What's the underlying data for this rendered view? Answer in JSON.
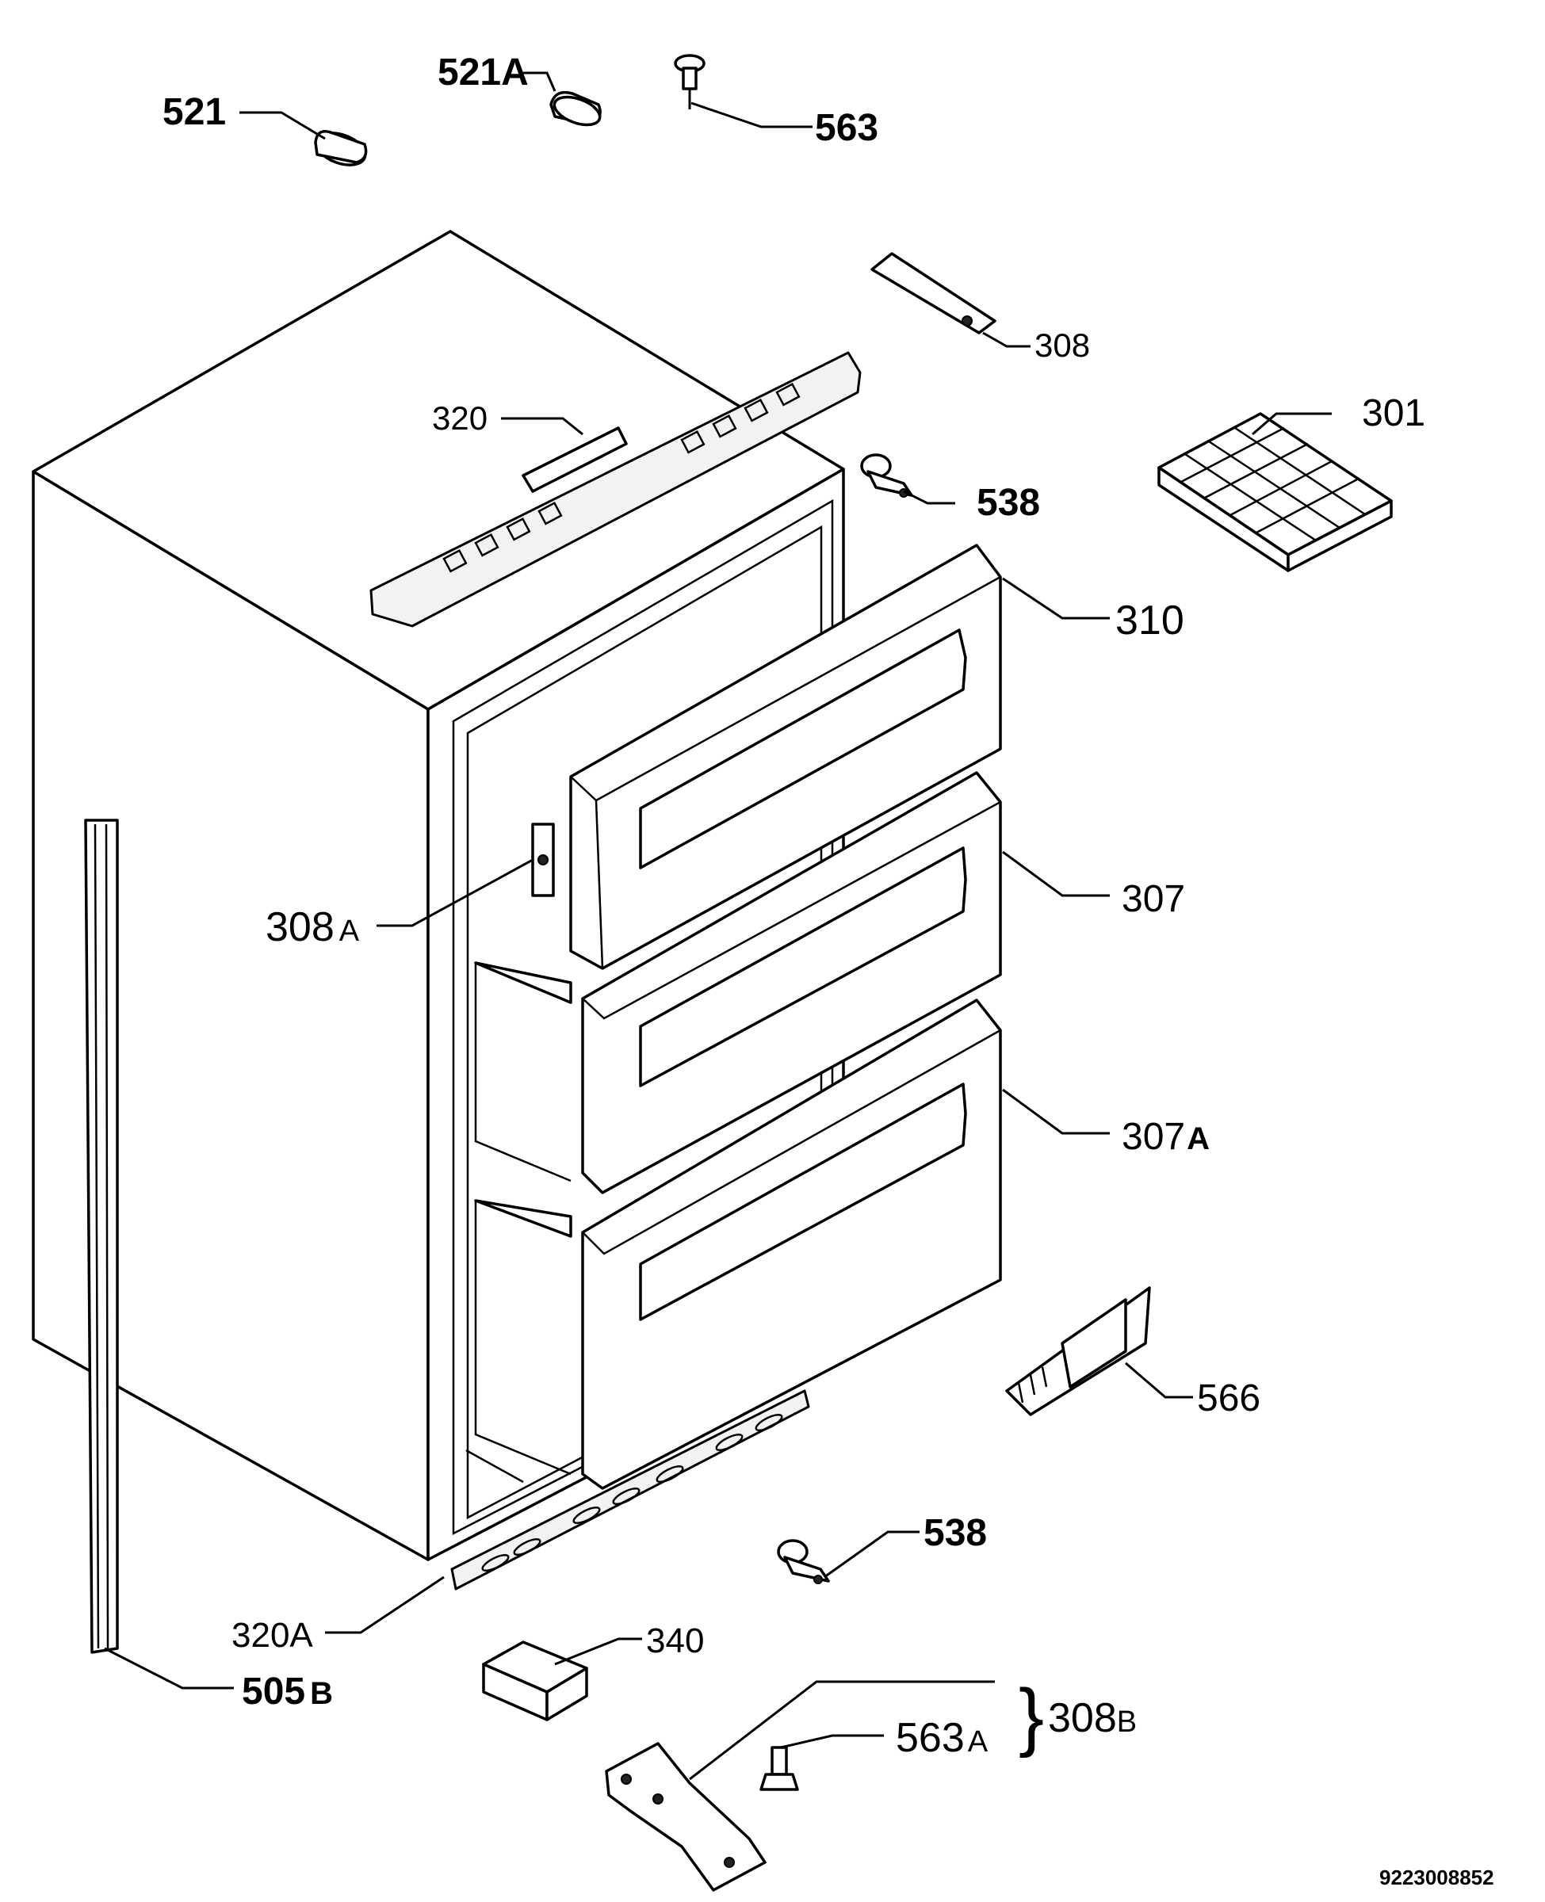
{
  "diagram": {
    "labels": {
      "p521": "521",
      "p521a": "521A",
      "p563": "563",
      "p308": "308",
      "p320": "320",
      "p301": "301",
      "p538_top": "538",
      "p310": "310",
      "p307": "307",
      "p308a_num": "308",
      "p308a_suf": "A",
      "p307a_num": "307",
      "p307a_suf": "A",
      "p566": "566",
      "p538_bottom": "538",
      "p320a": "320A",
      "p340": "340",
      "p505b_num": "505",
      "p505b_suf": "B",
      "p563a_num": "563",
      "p563a_suf": "A",
      "p308b_num": "308",
      "p308b_suf": "B",
      "brace": "}",
      "drawing_code": "9223008852"
    }
  }
}
